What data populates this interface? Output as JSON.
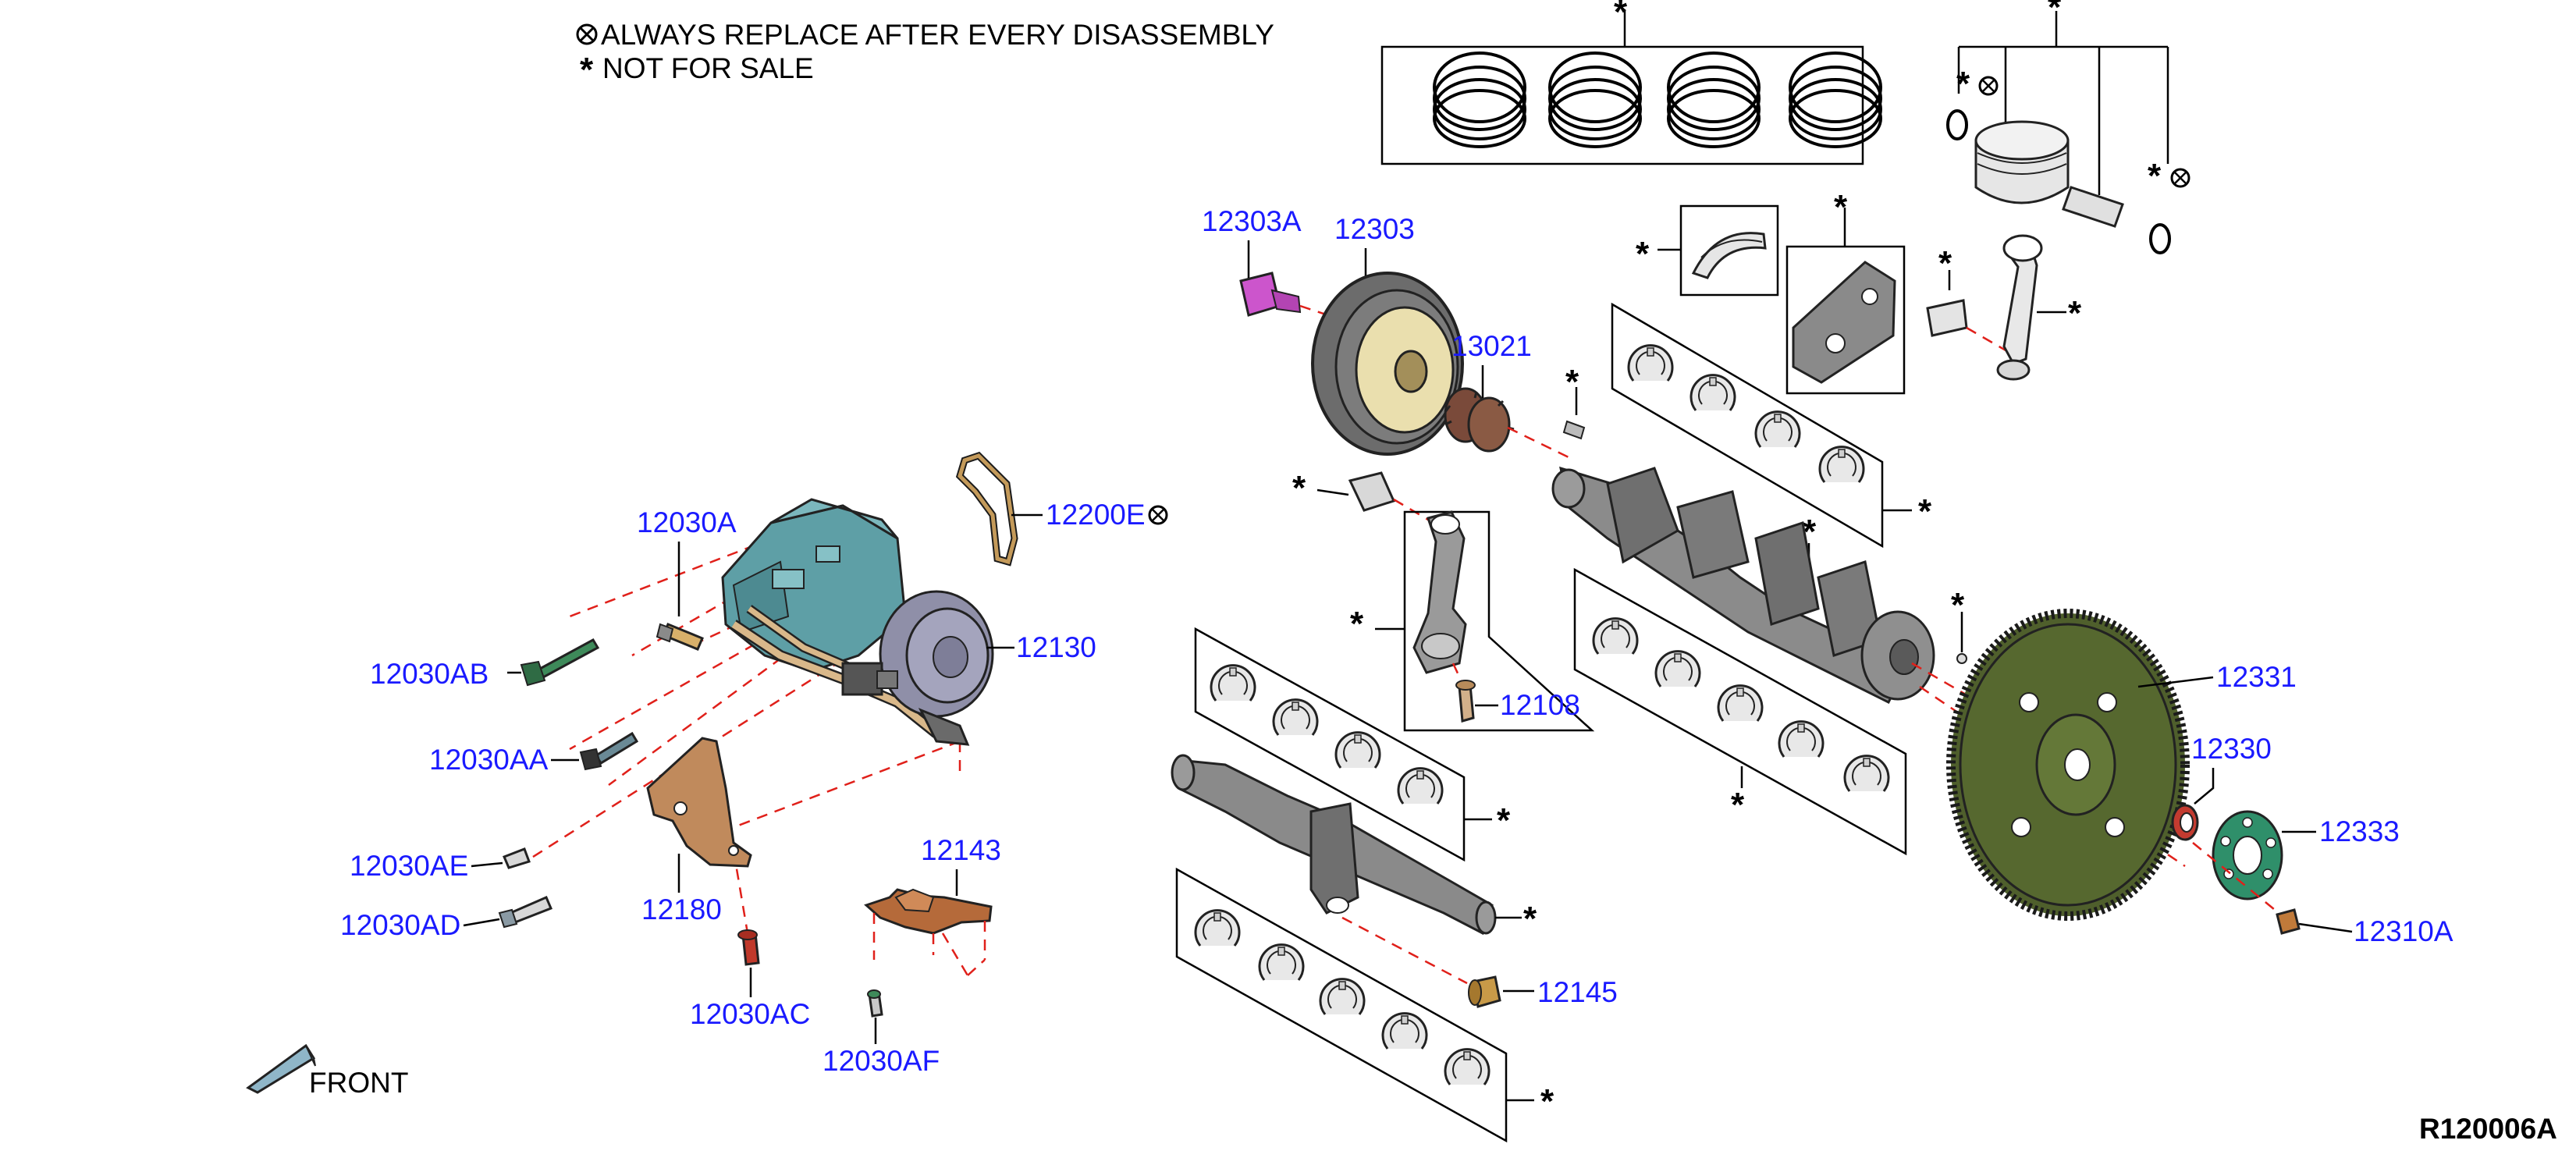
{
  "legend": {
    "replace_note": "ALWAYS REPLACE AFTER EVERY DISASSEMBLY",
    "sale_note": "NOT FOR SALE",
    "asterisk": "*"
  },
  "front_label": "FRONT",
  "diagram_code": "R120006A",
  "parts": {
    "p12030A": "12030A",
    "p12030AB": "12030AB",
    "p12030AA": "12030AA",
    "p12030AE": "12030AE",
    "p12030AD": "12030AD",
    "p12180": "12180",
    "p12030AC": "12030AC",
    "p12143": "12143",
    "p12030AF": "12030AF",
    "p12200E": "12200E",
    "p12130": "12130",
    "p12303A": "12303A",
    "p12303": "12303",
    "p13021": "13021",
    "p12108": "12108",
    "p12145": "12145",
    "p12331": "12331",
    "p12330": "12330",
    "p12333": "12333",
    "p12310A": "12310A"
  },
  "colors": {
    "label_blue": "#1a1aff",
    "leader_red": "#e0201a",
    "pump_teal": "#5e9fa6",
    "bracket_copper": "#c08a5c",
    "pulley_cream": "#eadfae",
    "flywheel_green": "#4f5f2c",
    "plate_green": "#2f8f6a",
    "seal_red": "#c33b30",
    "bolt_magenta": "#cc55cc",
    "steel_gray": "#8a8a8a"
  }
}
